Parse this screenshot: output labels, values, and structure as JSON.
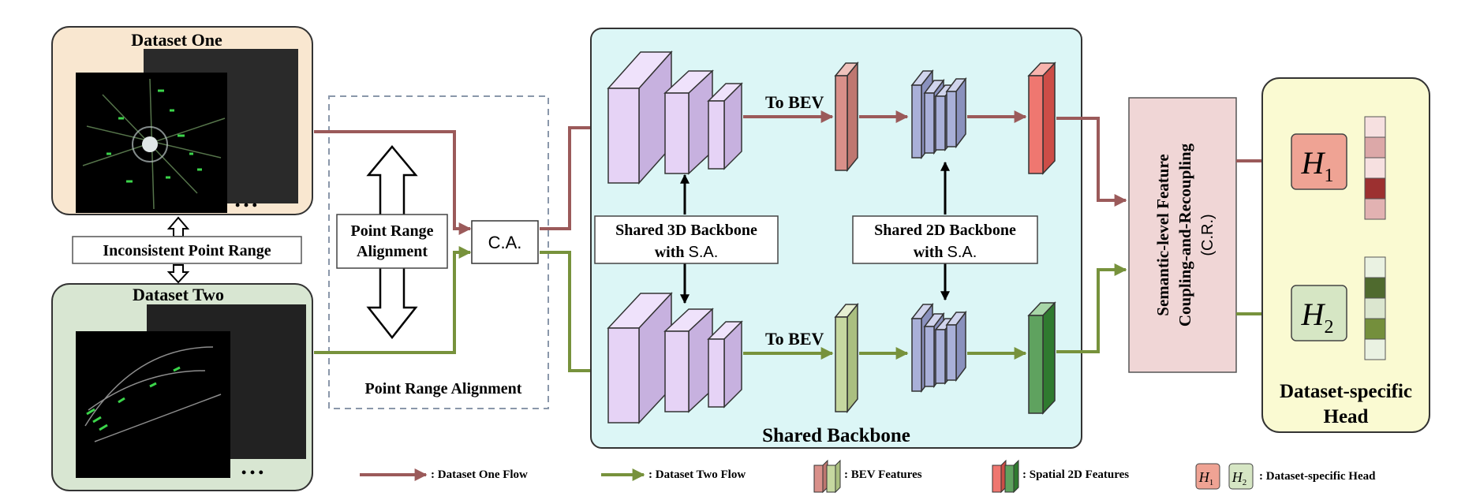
{
  "datasets": {
    "one": {
      "title": "Dataset One",
      "ellipsis": "• • •"
    },
    "two": {
      "title": "Dataset Two",
      "ellipsis": "• • •"
    },
    "inconsistent_label": "Inconsistent Point Range"
  },
  "alignment": {
    "inner_label_1": "Point Range",
    "inner_label_2": "Alignment",
    "caption": "Point Range Alignment",
    "ca_label": "C.A."
  },
  "backbone": {
    "title": "Shared Backbone",
    "to_bev_top": "To BEV",
    "to_bev_bottom": "To BEV",
    "shared3d_line1": "Shared 3D Backbone",
    "shared3d_line2_bold": "with",
    "shared3d_line2_sans": "S.A.",
    "shared2d_line1": "Shared 2D Backbone",
    "shared2d_line2_bold": "with",
    "shared2d_line2_sans": "S.A."
  },
  "coupling": {
    "line1": "Semantic-level Feature",
    "line2": "Coupling-and-Recoupling",
    "line3": "(C.R.)"
  },
  "heads": {
    "title_line1": "Dataset-specific",
    "title_line2": "Head",
    "h1": {
      "letter": "H",
      "sub": "1"
    },
    "h2": {
      "letter": "H",
      "sub": "2"
    }
  },
  "legend": {
    "flow_one": ": Dataset One Flow",
    "flow_two": ": Dataset Two Flow",
    "bev": ": BEV Features",
    "spatial": ": Spatial 2D Features",
    "head": ": Dataset-specific Head",
    "h1_letter": "H",
    "h1_sub": "1",
    "h2_letter": "H",
    "h2_sub": "2"
  },
  "colors": {
    "flow_one": "#9b5a5a",
    "flow_two": "#77923c",
    "backbone_bg": "#dcf6f6",
    "cube_3d": "#e3d0f5",
    "cube_2d": "#a9b0d8",
    "bev_top": "#d9908a",
    "bev_bottom": "#c6d8a0",
    "spatial_top": "#ef7770",
    "spatial_bottom": "#5fa25f",
    "coupling_bg": "#f0d6d6",
    "head_bg": "#fafad2",
    "h1_bg": "#efa394",
    "h2_bg": "#d6e6c4"
  }
}
